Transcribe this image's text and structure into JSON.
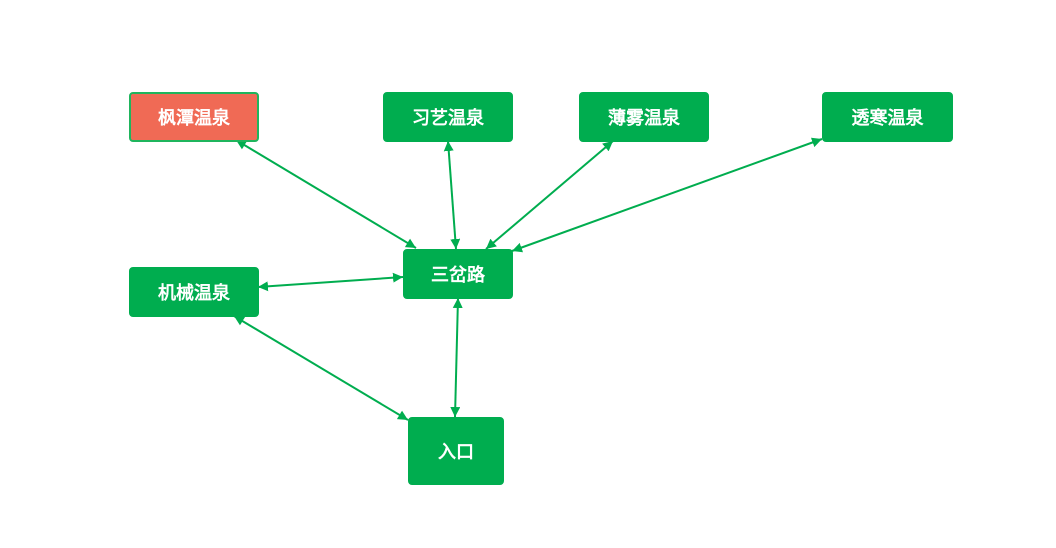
{
  "colors": {
    "node": "#00ad4f",
    "active_node": "#f06a55",
    "edge": "#00ad4f"
  },
  "nodes": {
    "fengtan": {
      "label": "枫潭温泉",
      "state": "active"
    },
    "xiyi": {
      "label": "习艺温泉"
    },
    "bowu": {
      "label": "薄雾温泉"
    },
    "touhan": {
      "label": "透寒温泉"
    },
    "jixie": {
      "label": "机械温泉"
    },
    "sancha": {
      "label": "三岔路"
    },
    "rukou": {
      "label": "入口"
    }
  },
  "edges": [
    {
      "from": "枫潭温泉",
      "to": "三岔路",
      "bidirectional": true
    },
    {
      "from": "习艺温泉",
      "to": "三岔路",
      "bidirectional": true
    },
    {
      "from": "薄雾温泉",
      "to": "三岔路",
      "bidirectional": true
    },
    {
      "from": "透寒温泉",
      "to": "三岔路",
      "bidirectional": true
    },
    {
      "from": "机械温泉",
      "to": "三岔路",
      "bidirectional": true
    },
    {
      "from": "机械温泉",
      "to": "入口",
      "bidirectional": true
    },
    {
      "from": "三岔路",
      "to": "入口",
      "bidirectional": true
    }
  ]
}
